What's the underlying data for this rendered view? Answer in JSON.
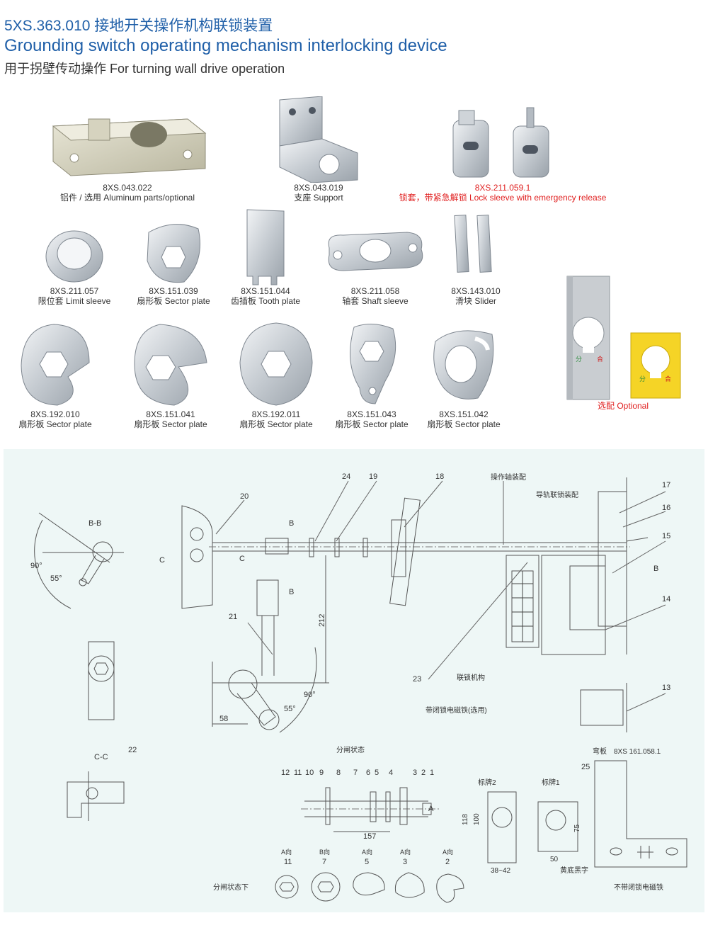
{
  "header": {
    "title_cn": "5XS.363.010 接地开关操作机构联锁装置",
    "title_en": "Grounding switch operating mechanism interlocking device",
    "subtitle": "用于拐壁传动操作 For turning wall drive operation"
  },
  "parts": [
    {
      "code": "8XS.043.022",
      "desc": "铝件 / 选用 Aluminum parts/optional"
    },
    {
      "code": "8XS.043.019",
      "desc": "支座 Support"
    },
    {
      "code": "8XS.211.059.1",
      "desc": "锁套，带紧急解锁 Lock sleeve with emergency release"
    },
    {
      "code": "8XS.211.057",
      "desc": "限位套 Limit sleeve"
    },
    {
      "code": "8XS.151.039",
      "desc": "扇形板 Sector plate"
    },
    {
      "code": "8XS.151.044",
      "desc": "齿插板 Tooth plate"
    },
    {
      "code": "8XS.211.058",
      "desc": "轴套 Shaft sleeve"
    },
    {
      "code": "8XS.143.010",
      "desc": "滑块 Slider"
    },
    {
      "code": "8XS.192.010",
      "desc": "扇形板 Sector plate"
    },
    {
      "code": "8XS.151.041",
      "desc": "扇形板 Sector plate"
    },
    {
      "code": "8XS.192.011",
      "desc": "扇形板 Sector plate"
    },
    {
      "code": "8XS.151.043",
      "desc": "扇形板 Sector plate"
    },
    {
      "code": "8XS.151.042",
      "desc": "扇形板 Sector plate"
    }
  ],
  "optional_label": "选配 Optional",
  "plate_labels": {
    "open": "分",
    "close": "合"
  },
  "drawing": {
    "sections": {
      "bb": "B-B",
      "cc": "C-C",
      "b": "B",
      "c": "C",
      "a": "A"
    },
    "angles": {
      "a90": "90°",
      "a55": "55°"
    },
    "dims": {
      "d212": "212",
      "d58": "58",
      "d157": "157",
      "d118": "118",
      "d100": "100",
      "d38": "38~42",
      "d75": "75",
      "d50": "50"
    },
    "callouts": [
      "1",
      "2",
      "3",
      "4",
      "5",
      "6",
      "7",
      "8",
      "9",
      "10",
      "11",
      "12",
      "13",
      "14",
      "15",
      "16",
      "17",
      "18",
      "19",
      "20",
      "21",
      "22",
      "23",
      "24",
      "25"
    ],
    "labels": {
      "op_shaft": "操作轴装配",
      "guide": "导轨联锁装配",
      "interlock": "联锁机构",
      "magnet": "带闭锁电磁铁(选用)",
      "open_state": "分闸状态",
      "open_state_below": "分闸状态下",
      "bent_plate": "弯板",
      "bent_plate_code": "8XS 161.058.1",
      "sign2": "标牌2",
      "sign1": "标牌1",
      "yellow_black": "黄底黑字",
      "no_magnet": "不带闭锁电磁铁"
    },
    "views": [
      {
        "dir": "A向",
        "num": "11"
      },
      {
        "dir": "B向",
        "num": "7"
      },
      {
        "dir": "A向",
        "num": "5"
      },
      {
        "dir": "A向",
        "num": "3"
      },
      {
        "dir": "A向",
        "num": "2"
      }
    ]
  }
}
